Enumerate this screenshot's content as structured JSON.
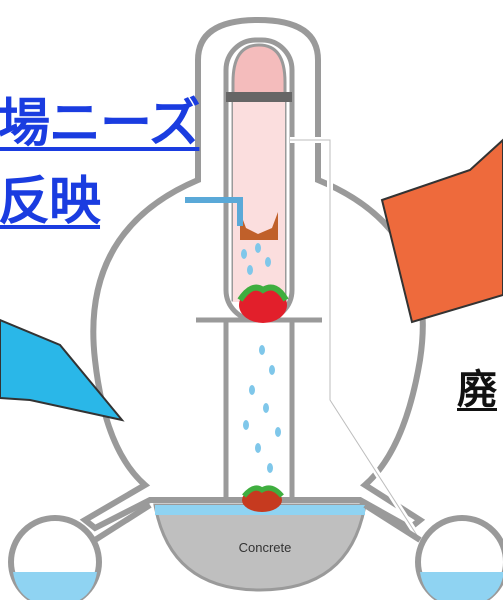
{
  "labels": {
    "left_line1": "場ニーズ",
    "left_line2": "反映",
    "right": "廃",
    "concrete": "Concrete"
  },
  "colors": {
    "callout_left": "#2ab7e8",
    "callout_right": "#ee6a3c",
    "text_blue": "#1a3ce0",
    "water": "#8fd3f2",
    "core_red": "#e21f2b",
    "vessel_pink": "#f4bcbc"
  },
  "icons": [
    "water-drop-icon",
    "core-debris-icon",
    "callout-arrow-icon"
  ]
}
